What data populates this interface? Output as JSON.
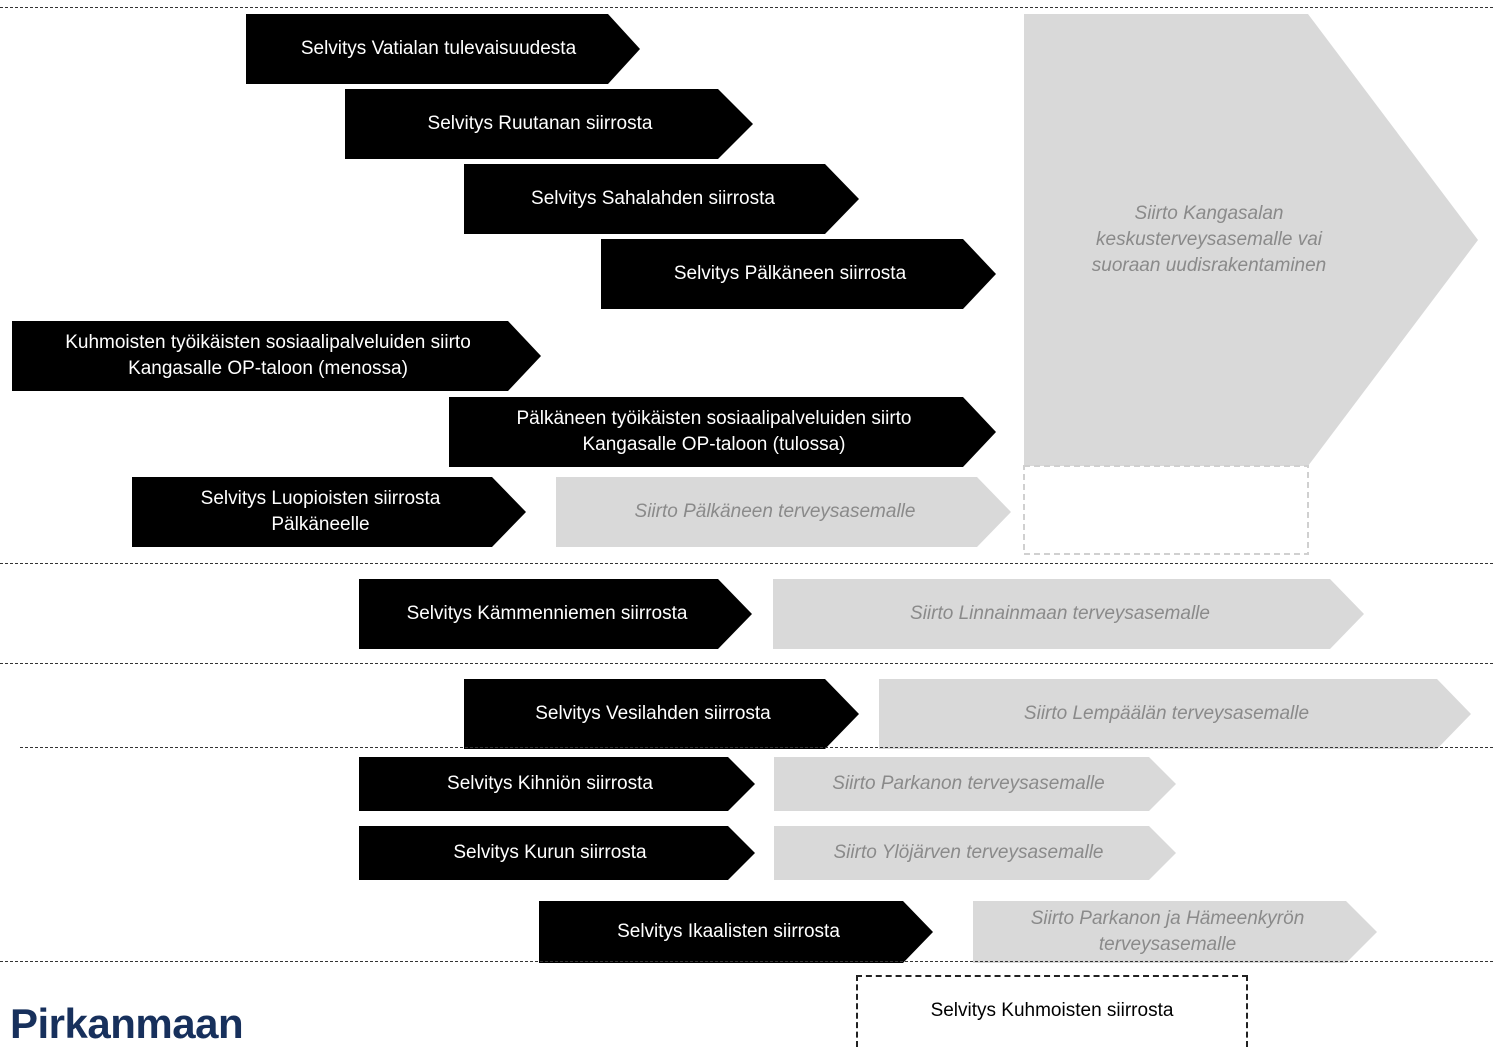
{
  "arrows": {
    "a1": "Selvitys  Vatialan  tulevaisuudesta",
    "a2": "Selvitys  Ruutanan  siirrosta",
    "a3": "Selvitys  Sahalahden  siirrosta",
    "a4": "Selvitys  Pälkäneen  siirrosta",
    "a5": "Kuhmoisten  työikäisten  sosiaalipalveluiden  siirto\nKangasalle  OP-taloon  (menossa)",
    "a6": "Pälkäneen  työikäisten  sosiaalipalveluiden  siirto\nKangasalle  OP-taloon  (tulossa)",
    "a7": "Selvitys  Luopioisten  siirrosta\nPälkäneelle",
    "a8": "Selvitys  Kämmenniemen  siirrosta",
    "a9": "Selvitys  Vesilahden  siirrosta",
    "a10": "Selvitys  Kihniön  siirrosta",
    "a11": "Selvitys  Kurun  siirrosta",
    "a12": "Selvitys  Ikaalisten  siirrosta"
  },
  "transfers": {
    "big": "Siirto  Kangasalan\nkeskusterveysasemalle  vai\nsuoraan  uudisrakentaminen",
    "t1": "Siirto  Pälkäneen  terveysasemalle",
    "t2": "Siirto  Linnainmaan  terveysasemalle",
    "t3": "Siirto  Lempäälän  terveysasemalle",
    "t4": "Siirto  Parkanon  terveysasemalle",
    "t5": "Siirto  Ylöjärven  terveysasemalle",
    "t6": "Siirto  Parkanon  ja  Hämeenkyrön\nterveysasemalle"
  },
  "kuhmoinen_box": "Selvitys  Kuhmoisten  siirrosta",
  "logo": "Pirkanmaan",
  "colors": {
    "black_arrow": "#000000",
    "grey_arrow": "#d9d9d9",
    "grey_text": "#8a8a8a",
    "logo": "#17305c"
  }
}
